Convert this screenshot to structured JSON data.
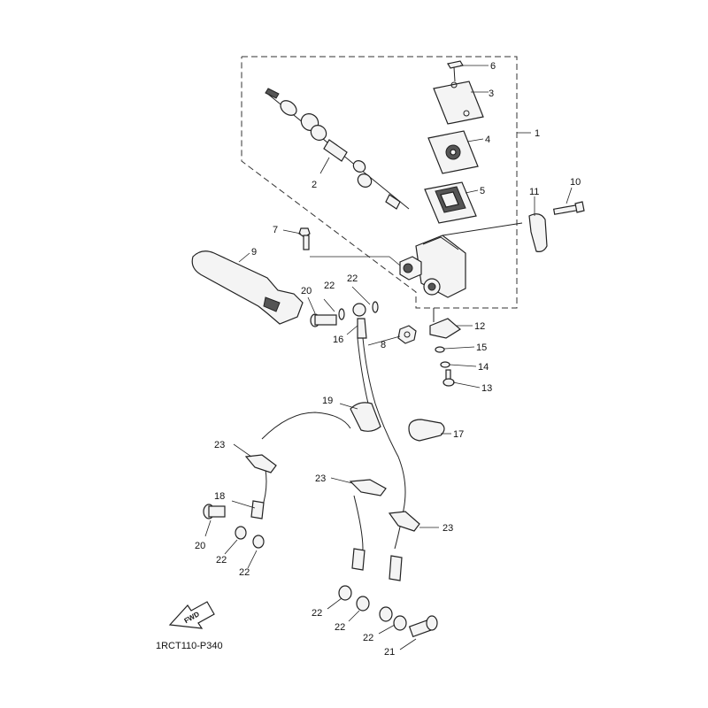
{
  "diagram": {
    "part_code": "1RCT110-P340",
    "fwd_label": "FWD",
    "callouts": [
      {
        "id": "c1",
        "text": "1"
      },
      {
        "id": "c2",
        "text": "2"
      },
      {
        "id": "c3",
        "text": "3"
      },
      {
        "id": "c4",
        "text": "4"
      },
      {
        "id": "c5",
        "text": "5"
      },
      {
        "id": "c6",
        "text": "6"
      },
      {
        "id": "c7",
        "text": "7"
      },
      {
        "id": "c8",
        "text": "8"
      },
      {
        "id": "c9",
        "text": "9"
      },
      {
        "id": "c10",
        "text": "10"
      },
      {
        "id": "c11",
        "text": "11"
      },
      {
        "id": "c12",
        "text": "12"
      },
      {
        "id": "c13",
        "text": "13"
      },
      {
        "id": "c14",
        "text": "14"
      },
      {
        "id": "c15",
        "text": "15"
      },
      {
        "id": "c16",
        "text": "16"
      },
      {
        "id": "c17",
        "text": "17"
      },
      {
        "id": "c18",
        "text": "18"
      },
      {
        "id": "c19",
        "text": "19"
      },
      {
        "id": "c20a",
        "text": "20"
      },
      {
        "id": "c20b",
        "text": "20"
      },
      {
        "id": "c21",
        "text": "21"
      },
      {
        "id": "c22a",
        "text": "22"
      },
      {
        "id": "c22b",
        "text": "22"
      },
      {
        "id": "c22c",
        "text": "22"
      },
      {
        "id": "c22d",
        "text": "22"
      },
      {
        "id": "c22e",
        "text": "22"
      },
      {
        "id": "c22f",
        "text": "22"
      },
      {
        "id": "c22g",
        "text": "22"
      },
      {
        "id": "c23a",
        "text": "23"
      },
      {
        "id": "c23b",
        "text": "23"
      },
      {
        "id": "c23c",
        "text": "23"
      }
    ]
  }
}
